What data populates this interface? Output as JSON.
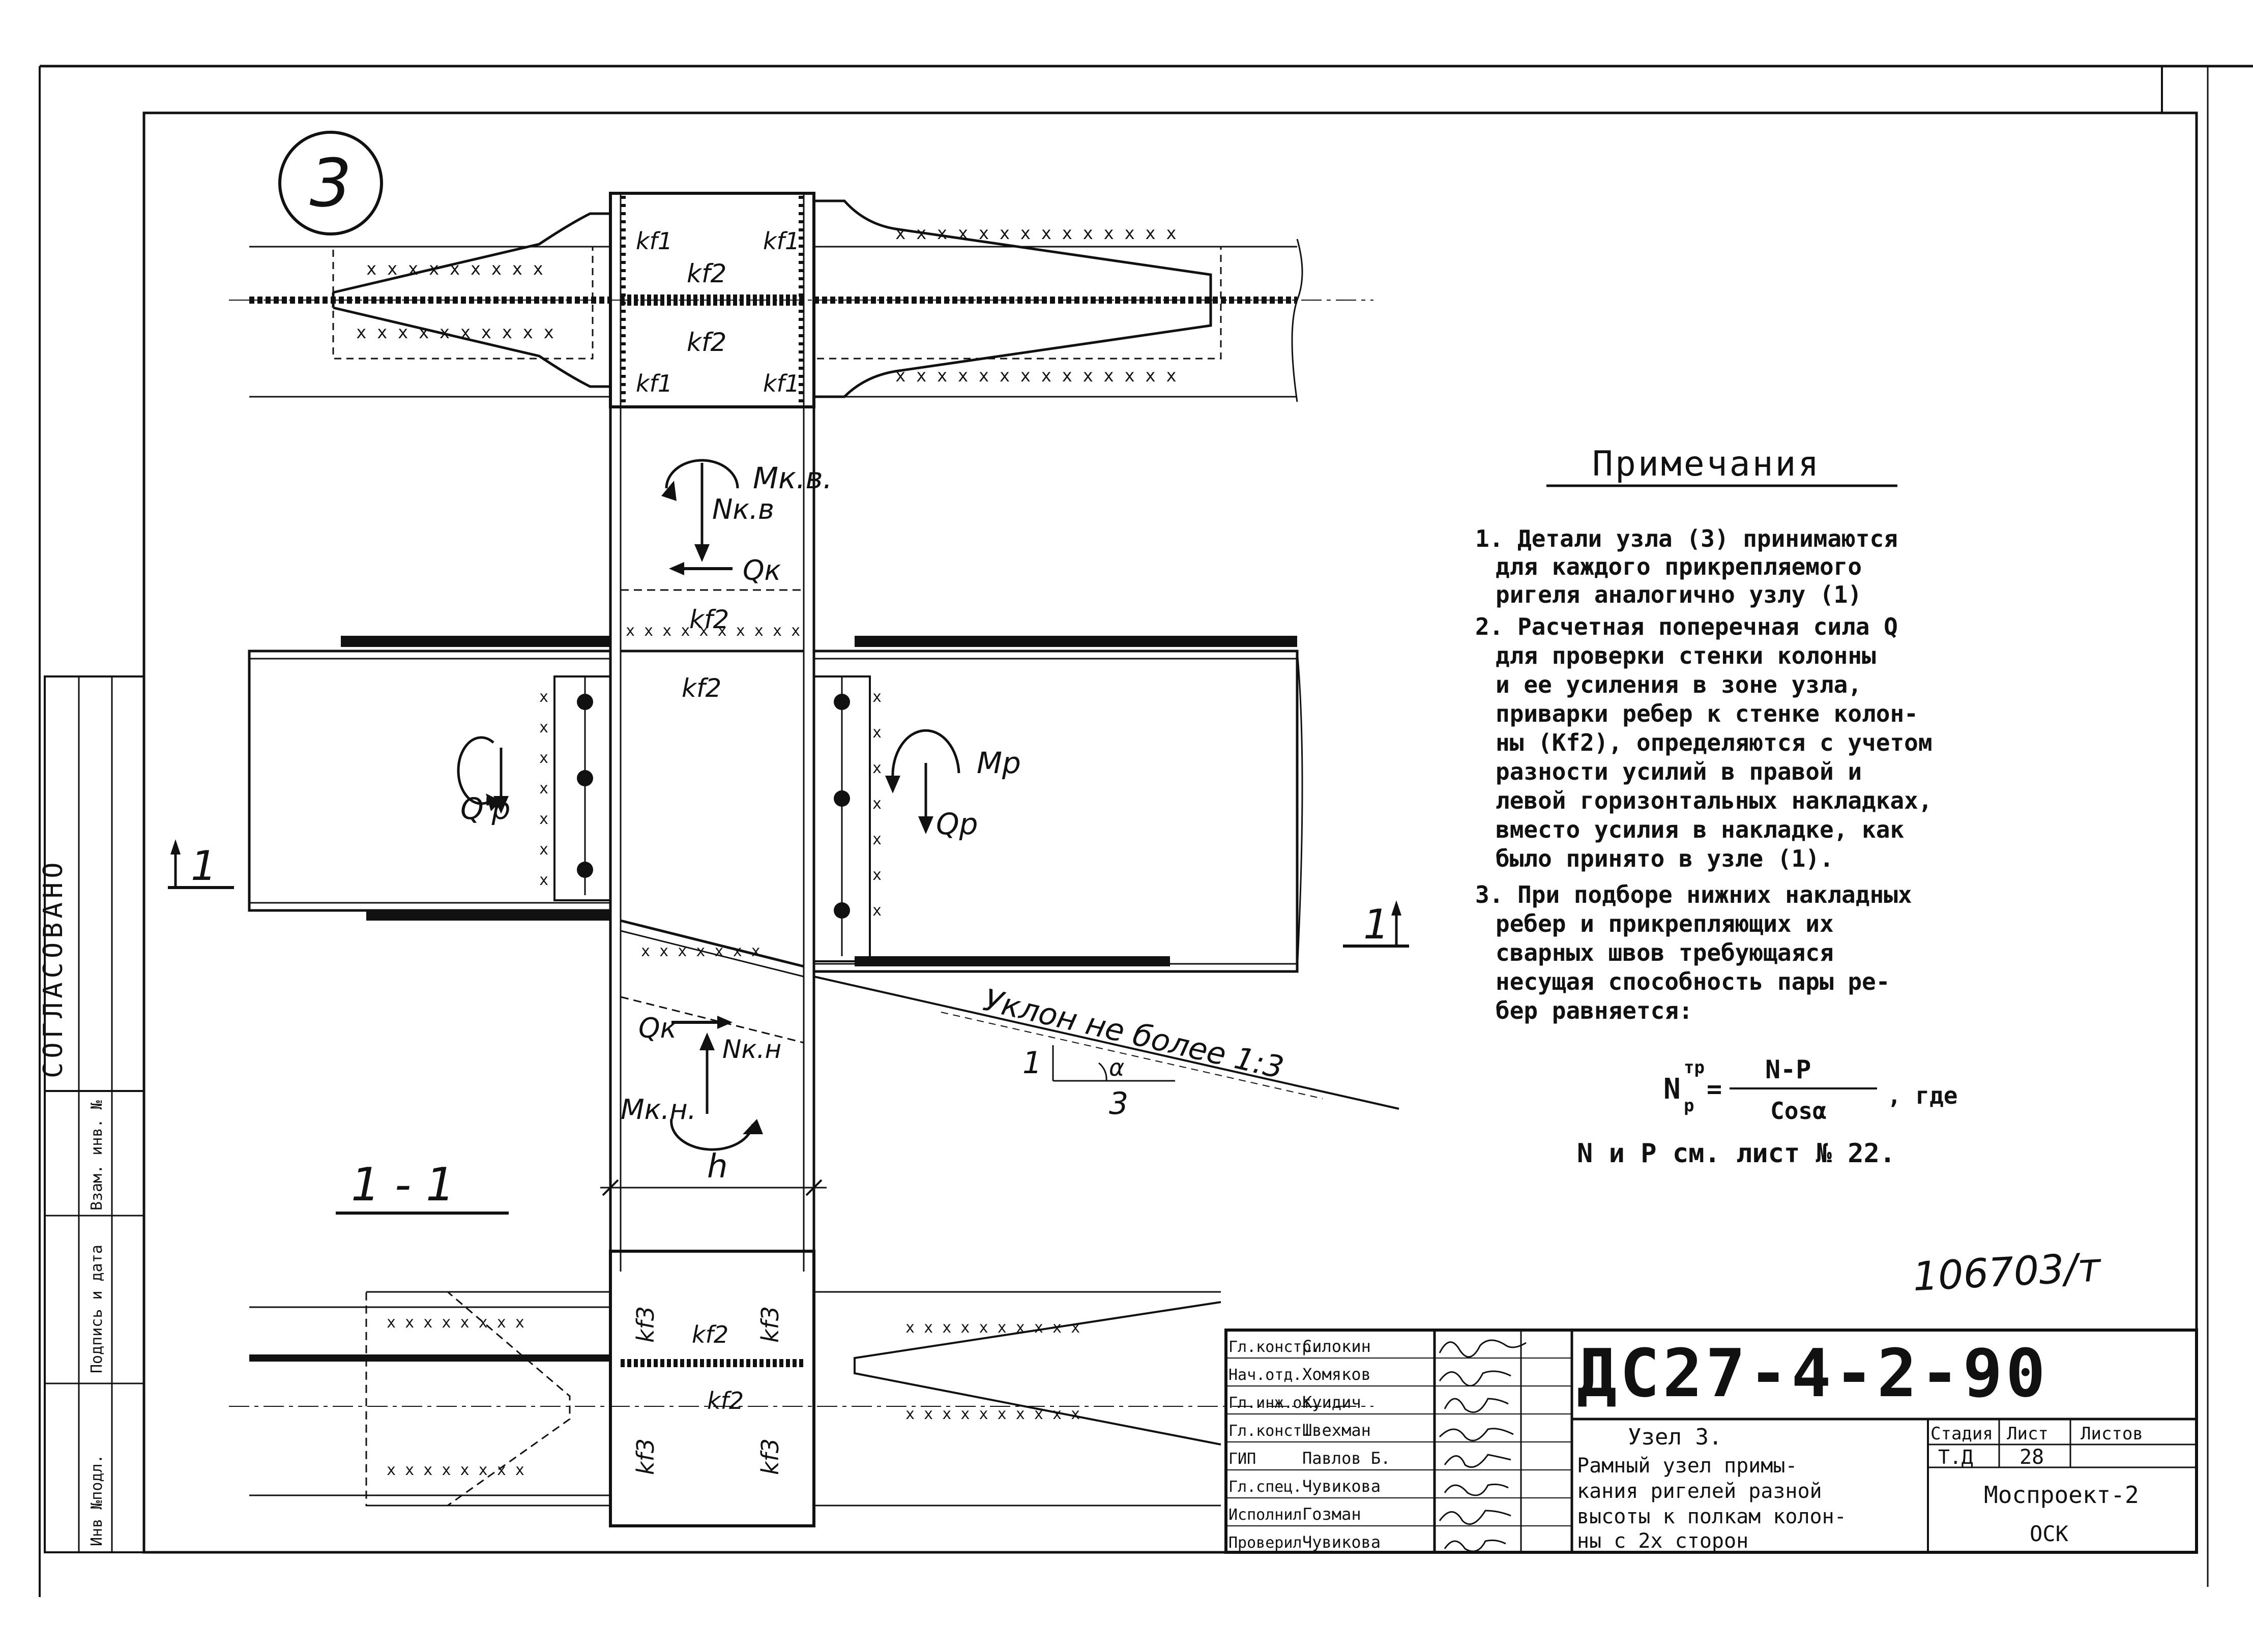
{
  "sheet": {
    "detail_marker": "3",
    "side_stamp": "СОГЛАСОВАНО",
    "side_columns": [
      "Инв №подл.",
      "Подпись и дата",
      "Взам. инв. №"
    ]
  },
  "top_view": {
    "weld_labels": [
      "kf1",
      "kf1",
      "kf2",
      "kf2",
      "kf1",
      "kf1"
    ]
  },
  "elevation": {
    "force_labels": {
      "m_upper": "Mк.в.",
      "n_upper": "Nк.в",
      "q_upper": "Qк",
      "m_right": "Mp",
      "q_right": "Qp",
      "q_left": "Q'p",
      "q_lower": "Qк",
      "n_lower": "Nк.н",
      "m_lower": "Mк.н."
    },
    "weld_labels": [
      "kf2",
      "kf2"
    ],
    "section_mark": "1",
    "slope_note": "Уклон не более 1:3",
    "slope_ratio": [
      "1",
      "3"
    ],
    "alpha": "α",
    "dim_h": "h"
  },
  "section_view": {
    "title": "1 - 1",
    "weld_labels": [
      "kf3",
      "kf2",
      "kf3",
      "kf3",
      "kf2",
      "kf3"
    ]
  },
  "notes": {
    "title": "Примечания",
    "lines": [
      "1. Детали узла (3) принимаются",
      "для каждого прикрепляемого",
      "ригеля аналогично узлу (1)",
      "2. Расчетная поперечная сила Q",
      "для проверки стенки колонны",
      "и ее усиления в зоне узла,",
      "приварки ребер к стенке колон-",
      "ны (Kf2), определяются с учетом",
      "разности усилий в правой и",
      "левой горизонтальных накладках,",
      "вместо усилия в накладке, как",
      "было принято в узле (1).",
      "3. При подборе нижних накладных",
      "ребер и прикрепляющих их",
      "сварных швов требующаяся",
      "несущая способность пары ре-",
      "бер равняется:"
    ],
    "formula_lhs": "N",
    "formula_sup": "тр",
    "formula_sub": "р",
    "formula_num": "N-P",
    "formula_den": "Cosα",
    "formula_tail": ", где",
    "ref_line": "N и P см. лист № 22."
  },
  "archive_number": "106703/т",
  "title_block": {
    "drawing_code": "ДС27-4-2-90",
    "roles": [
      "Гл.констр.",
      "Нач.отд.",
      "Гл.инж.от.",
      "Гл.конст.",
      "ГИП",
      "Гл.спец.",
      "Исполнил",
      "Проверил"
    ],
    "names": [
      "Силокин",
      "Хомяков",
      "Куидич",
      "Швехман",
      "Павлов Б.",
      "Чувикова",
      "Гозман",
      "Чувикова"
    ],
    "subtitle": "Узел 3.",
    "description": [
      "Рамный узел примы-",
      "кания ригелей разной",
      "высоты к полкам колон-",
      "ны с 2х сторон"
    ],
    "headers": [
      "Стадия",
      "Лист",
      "Листов"
    ],
    "stage": "Т.Д",
    "sheet_no": "28",
    "sheets_total": "",
    "organization": "Моспроект-2",
    "department": "ОСК"
  }
}
